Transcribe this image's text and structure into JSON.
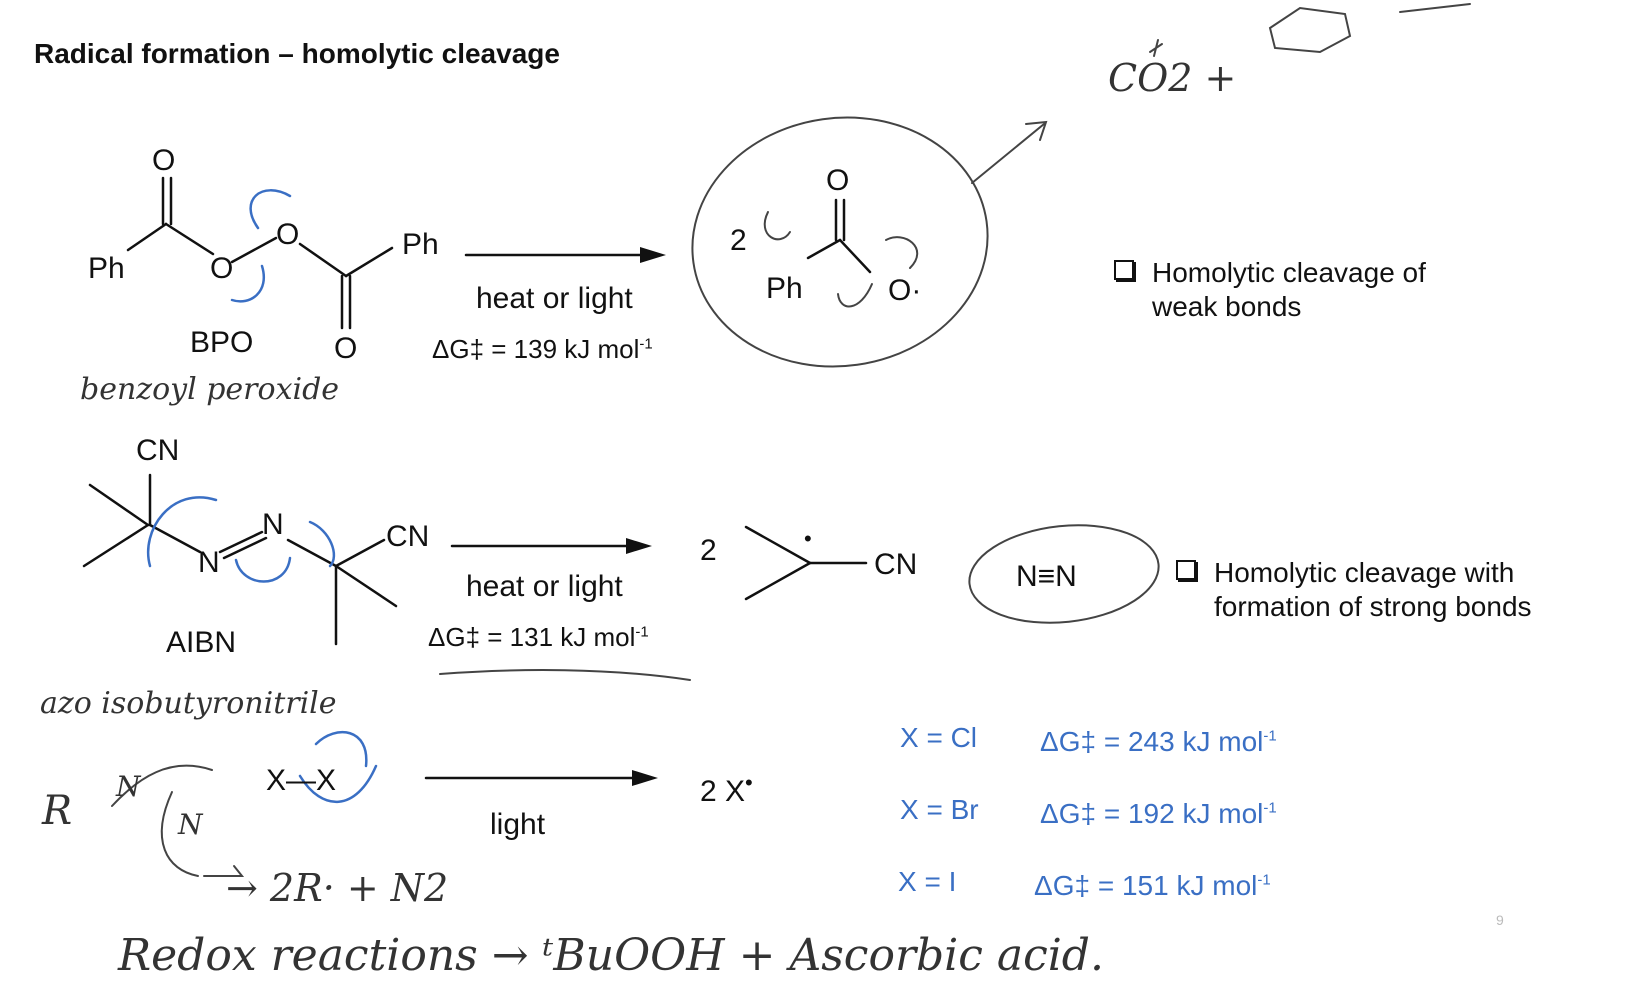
{
  "title": "Radical formation – homolytic cleavage",
  "reactions": [
    {
      "reagent_label": "BPO",
      "condition": "heat or light",
      "dg_prefix": "ΔG‡ = 139 kJ mol",
      "dg_exp": "-1",
      "product_coef": "2",
      "handwritten_note": "benzoyl peroxide"
    },
    {
      "reagent_label": "AIBN",
      "condition": "heat or light",
      "dg_prefix": "ΔG‡ = 131 kJ mol",
      "dg_exp": "-1",
      "product_coef": "2",
      "handwritten_note": "azo isobutyronitrile"
    },
    {
      "reagent_label": "X—X",
      "condition": "light",
      "product": "2 X",
      "product_dot": "•"
    }
  ],
  "atoms": {
    "O": "O",
    "Ph": "Ph",
    "CN": "CN",
    "N": "N",
    "O_radical": "O·",
    "dinitrogen": "N≡N"
  },
  "bullets": [
    {
      "line1": "Homolytic cleavage of",
      "line2": "weak bonds"
    },
    {
      "line1": "Homolytic cleavage with",
      "line2": "formation of strong bonds"
    }
  ],
  "halogens": [
    {
      "x": "X = Cl",
      "dg_prefix": "ΔG‡ = 243 kJ mol",
      "dg_exp": "-1"
    },
    {
      "x": "X = Br",
      "dg_prefix": "ΔG‡ = 192 kJ mol",
      "dg_exp": "-1"
    },
    {
      "x": "X = I",
      "dg_prefix": "ΔG‡ = 151 kJ mol",
      "dg_exp": "-1"
    }
  ],
  "handwriting": {
    "co2": "CO2 +",
    "azo_r": "R",
    "azo_n": "N",
    "azo_products": "→ 2R· + N2",
    "redox": "Redox reactions → ᵗBuOOH + Ascorbic acid."
  },
  "page_number": "9",
  "colors": {
    "arrow_blue": "#3a6fc4",
    "ink": "#111111",
    "pencil": "#444444"
  }
}
